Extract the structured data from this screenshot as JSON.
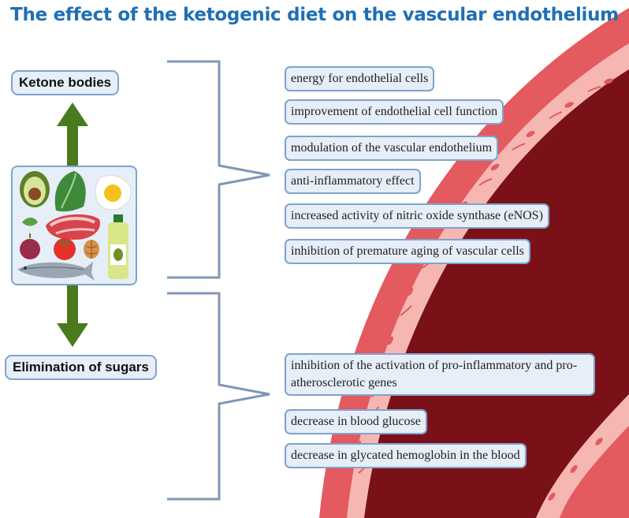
{
  "title": "The effect of the ketogenic diet on the vascular endothelium",
  "labels": {
    "ketone": "Ketone bodies",
    "sugars": "Elimination of sugars"
  },
  "ketone_effects": [
    "energy for endothelial cells",
    "improvement of endothelial cell function",
    "modulation of the vascular endothelium",
    "anti-inflammatory effect",
    "increased activity of nitric oxide synthase (eNOS)",
    "inhibition of premature aging of vascular cells"
  ],
  "sugar_effects": [
    "inhibition of the activation of pro-inflammatory and pro-atherosclerotic genes",
    "decrease in blood glucose",
    "decrease in glycated hemoglobin in the blood"
  ],
  "food_icons": [
    "avocado-icon",
    "kale-icon",
    "egg-icon",
    "meat-icon",
    "oil-bottle-icon",
    "onion-icon",
    "tomato-icon",
    "walnut-icon",
    "fish-icon"
  ],
  "colors": {
    "title": "#1f6fb5",
    "arrow": "#4a7a1e",
    "vessel_wall": "#e35a5f",
    "vessel_lumen": "#7a1118",
    "pill_fill": "#e6eef8",
    "pill_border": "#7fa3cc",
    "bracket": "#7f97b6"
  }
}
